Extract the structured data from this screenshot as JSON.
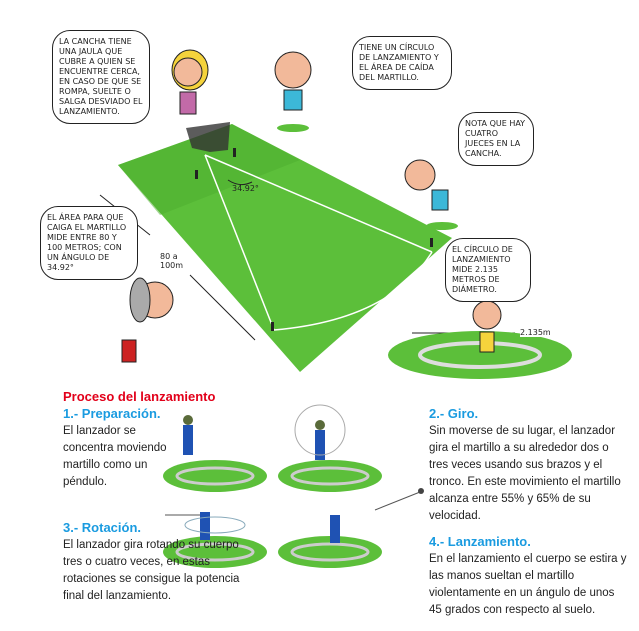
{
  "bubbles": {
    "cage": "La cancha tiene una jaula que cubre a quien se encuentre cerca, en caso de que se rompa, suelte o salga desviado el lanzamiento.",
    "circle_area": "Tiene un círculo de lanzamiento y el área de caída del martillo.",
    "judges": "Nota que hay cuatro jueces en la cancha.",
    "area": "El área para que caiga el martillo mide entre 80 y 100 metros; con un ángulo de 34.92°",
    "diameter": "El círculo de lanzamiento mide 2.135 metros de diámetro."
  },
  "labels": {
    "angle": "34.92°",
    "distance": "80 a 100m",
    "circle_width": "2.135m"
  },
  "section_title": "Proceso del lanzamiento",
  "steps": [
    {
      "title": "1.- Preparación.",
      "text": "El lanzador se concentra moviendo martillo como un péndulo."
    },
    {
      "title": "2.- Giro.",
      "text": "Sin moverse de su lugar, el lanzador gira el martillo a su alrededor dos o tres veces usando sus brazos y el tronco. En este movimiento el martillo alcanza entre 55% y 65% de su velocidad."
    },
    {
      "title": "3.- Rotación.",
      "text": "El lanzador gira rotando su cuerpo tres o cuatro veces, en estas rotaciones se consigue la potencia final del lanzamiento."
    },
    {
      "title": "4.- Lanzamiento.",
      "text": "En el lanzamiento el cuerpo se estira y las manos sueltan el martillo violentamente en un ángulo de unos 45 grados con respecto al suelo."
    }
  ],
  "colors": {
    "field": "#5cbf3a",
    "title": "#e2001a",
    "step": "#1a9be0"
  }
}
